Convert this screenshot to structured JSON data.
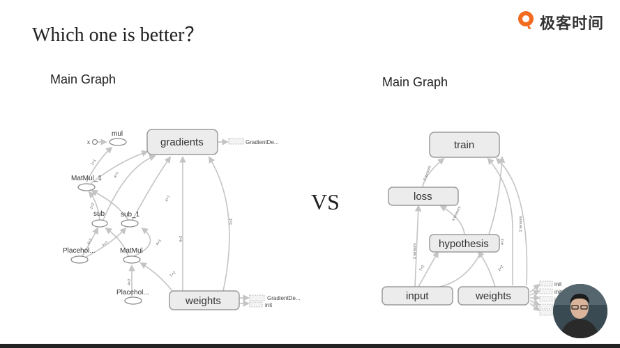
{
  "slide": {
    "title": "Which one is better？",
    "brand": "极客时间",
    "vs_label": "VS"
  },
  "left_graph": {
    "heading": "Main Graph",
    "nodes": {
      "gradients": "gradients",
      "weights": "weights",
      "mul": "mul",
      "x": "x",
      "matmul_1": "MatMul_1",
      "sub": "sub",
      "sub_1": "sub_1",
      "placeholder_left": "Placehol...",
      "matmul": "MatMul",
      "placeholder_bottom": "Placehol..."
    },
    "aux": {
      "gradient_desc_top": "GradientDe...",
      "gradient_desc_weights": "GradientDe...",
      "init": "init"
    }
  },
  "right_graph": {
    "heading": "Main Graph",
    "nodes": {
      "train": "train",
      "loss": "loss",
      "hypothesis": "hypothesis",
      "input": "input",
      "weights": "weights"
    },
    "aux": {
      "init_1": "init",
      "init_2": "init",
      "init_3": "init"
    }
  },
  "colors": {
    "node_fill": "#ececec",
    "node_stroke": "#9c9c9c",
    "edge": "#c4c4c4",
    "brand_orange": "#f26b21"
  },
  "icons": [
    "geektime-logo-icon",
    "presenter-avatar"
  ]
}
